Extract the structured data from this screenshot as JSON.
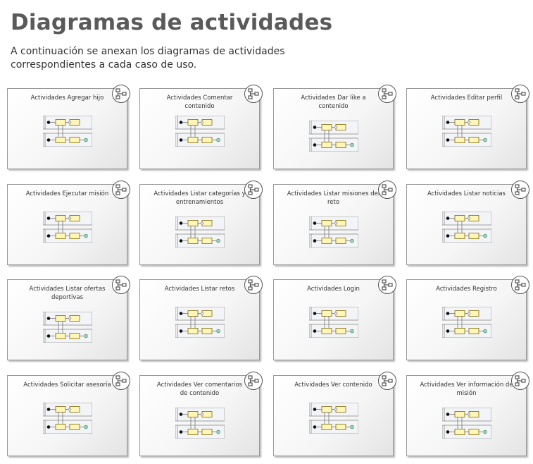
{
  "page": {
    "title": "Diagramas de actividades",
    "intro": "A continuación se anexan los diagramas de actividades correspondientes a cada caso de uso."
  },
  "diagrams": [
    {
      "label": "Actividades Agregar hijo",
      "icon": "activity-diagram-icon"
    },
    {
      "label": "Actividades Comentar contenido",
      "icon": "activity-diagram-icon"
    },
    {
      "label": "Actividades Dar like a contenido",
      "icon": "activity-diagram-icon"
    },
    {
      "label": "Actividades Editar perfil",
      "icon": "activity-diagram-icon"
    },
    {
      "label": "Actividades Ejecutar misión",
      "icon": "activity-diagram-icon"
    },
    {
      "label": "Actividades Listar categorías y entrenamientos",
      "icon": "activity-diagram-icon"
    },
    {
      "label": "Actividades Listar misiones del reto",
      "icon": "activity-diagram-icon"
    },
    {
      "label": "Actividades Listar noticias",
      "icon": "activity-diagram-icon"
    },
    {
      "label": "Actividades Listar ofertas deportivas",
      "icon": "activity-diagram-icon"
    },
    {
      "label": "Actividades Listar retos",
      "icon": "activity-diagram-icon"
    },
    {
      "label": "Actividades Login",
      "icon": "activity-diagram-icon"
    },
    {
      "label": "Actividades Registro",
      "icon": "activity-diagram-icon"
    },
    {
      "label": "Actividades Solicitar asesoría",
      "icon": "activity-diagram-icon"
    },
    {
      "label": "Actividades Ver comentarios de contenido",
      "icon": "activity-diagram-icon"
    },
    {
      "label": "Actividades Ver contenido",
      "icon": "activity-diagram-icon"
    },
    {
      "label": "Actividades Ver información de misión",
      "icon": "activity-diagram-icon"
    }
  ],
  "colors": {
    "action_fill": "#fff6b8",
    "action_stroke": "#8c7a20",
    "swimlane": "#f2f4f8",
    "end_node": "#9fd4b6"
  }
}
